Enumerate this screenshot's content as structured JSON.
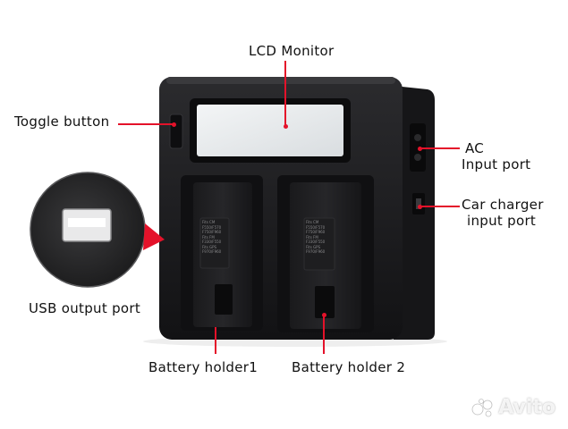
{
  "labels": {
    "lcd_monitor": "LCD Monitor",
    "toggle_button": "Toggle button",
    "ac_line1": "AC",
    "ac_line2": "Input port",
    "car_line1": "Car charger",
    "car_line2": "input port",
    "usb_output": "USB output port",
    "battery_holder_1": "Battery holder1",
    "battery_holder_2": "Battery holder 2"
  },
  "battery_label_text": [
    "Fits CM",
    "F550/F570",
    "F750/F960",
    "Fits FM",
    "F330/F550",
    "Fits GPS",
    "F970/F960"
  ],
  "watermark": "Avito",
  "colors": {
    "leader": "#e4122a",
    "body": "#1c1c1e",
    "lcd": "#e9ecee",
    "text": "#111111"
  }
}
